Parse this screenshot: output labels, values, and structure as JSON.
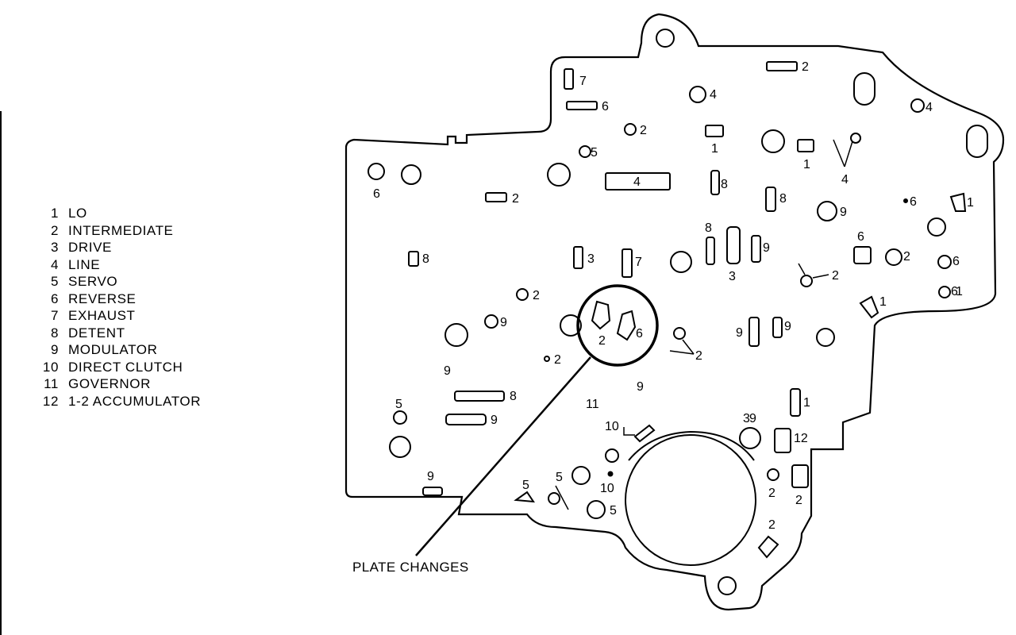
{
  "legend": {
    "items": [
      {
        "num": "1",
        "label": "LO"
      },
      {
        "num": "2",
        "label": "INTERMEDIATE"
      },
      {
        "num": "3",
        "label": "DRIVE"
      },
      {
        "num": "4",
        "label": "LINE"
      },
      {
        "num": "5",
        "label": "SERVO"
      },
      {
        "num": "6",
        "label": "REVERSE"
      },
      {
        "num": "7",
        "label": "EXHAUST"
      },
      {
        "num": "8",
        "label": "DETENT"
      },
      {
        "num": "9",
        "label": "MODULATOR"
      },
      {
        "num": "10",
        "label": "DIRECT CLUTCH"
      },
      {
        "num": "11",
        "label": "GOVERNOR"
      },
      {
        "num": "12",
        "label": "1-2 ACCUMULATOR"
      }
    ]
  },
  "callout": {
    "label": "PLATE CHANGES"
  },
  "port_labels": [
    "7",
    "6",
    "2",
    "5",
    "6",
    "2",
    "4",
    "4",
    "1",
    "2",
    "1",
    "4",
    "6",
    "4",
    "8",
    "8",
    "6",
    "9",
    "1",
    "8",
    "8",
    "3",
    "9",
    "3",
    "7",
    "6",
    "2",
    "2",
    "6",
    "2",
    "1",
    "1",
    "9",
    "2",
    "6",
    "2",
    "9",
    "9",
    "2",
    "9",
    "9",
    "8",
    "9",
    "5",
    "11",
    "9",
    "1",
    "3",
    "12",
    "10",
    "9",
    "5",
    "5",
    "10",
    "5",
    "2",
    "2",
    "2"
  ]
}
